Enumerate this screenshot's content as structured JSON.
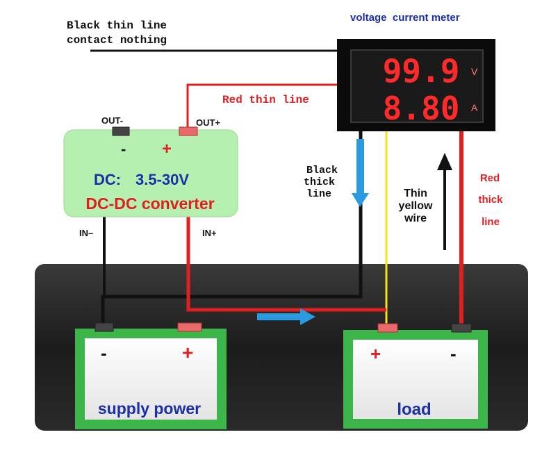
{
  "labels": {
    "black_thin_line_1": "Black thin line",
    "black_thin_line_2": "contact nothing",
    "meter_title": "voltage  current meter",
    "red_thin_line": "Red thin line",
    "out_minus": "OUT-",
    "out_plus": "OUT+",
    "conv_minus": "-",
    "conv_plus": "+",
    "dc_prefix": "DC:",
    "dc_range": "3.5-30V",
    "converter_name": "DC-DC converter",
    "in_minus": "IN–",
    "in_plus": "IN+",
    "black_thick_1": "Black",
    "black_thick_2": "thick",
    "black_thick_3": "line",
    "thin_yellow_1": "Thin",
    "thin_yellow_2": "yellow",
    "thin_yellow_3": "wire",
    "red_thick_1": "Red",
    "red_thick_2": "thick",
    "red_thick_3": "line",
    "supply_minus": "-",
    "supply_plus": "+",
    "supply_name": "supply power",
    "load_plus": "+",
    "load_minus": "-",
    "load_name": "load"
  },
  "meter": {
    "voltage_reading": "99.9",
    "current_reading": "8.80",
    "voltage_unit": "V",
    "current_unit": "A"
  },
  "colors": {
    "red_wire": "#e02020",
    "black_wire": "#111111",
    "yellow_wire": "#f5e21a",
    "blue_arrow": "#2a9be0",
    "converter_fill": "#b6f0b0",
    "battery_border": "#3cb54a",
    "label_red": "#e02020",
    "label_blue": "#1b2fa8",
    "digit_red": "#ff2a2a"
  }
}
